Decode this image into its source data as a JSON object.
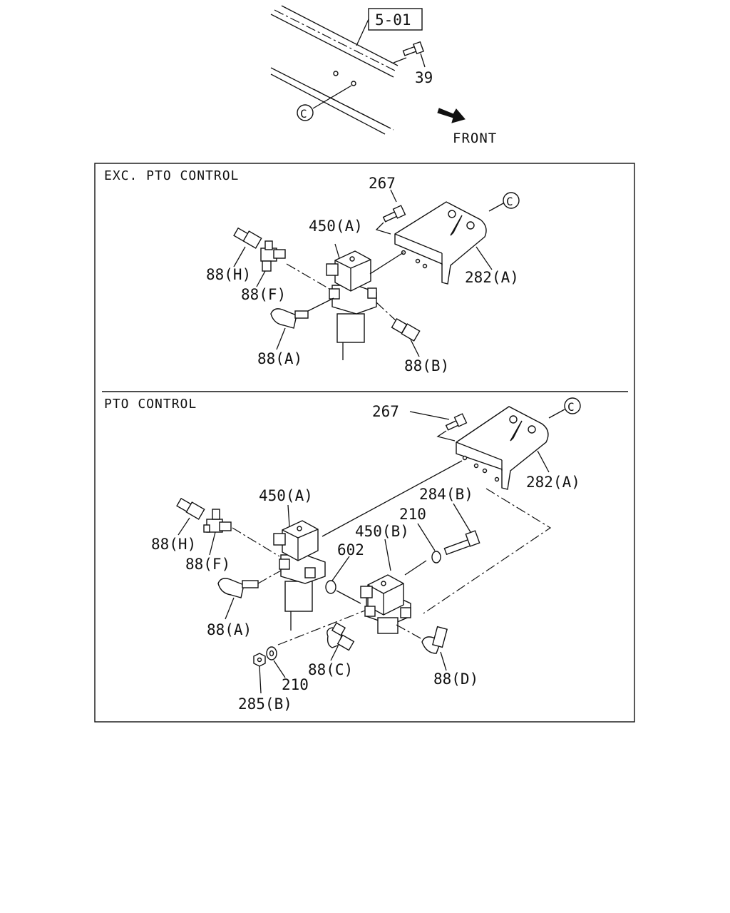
{
  "reference": {
    "box_label": "5-01",
    "bolt_label": "39",
    "circle_ref": "C",
    "direction_label": "FRONT"
  },
  "sections": [
    {
      "title": "EXC. PTO CONTROL",
      "labels": {
        "bolt": "267",
        "circle_ref": "C",
        "valve_a": "450(A)",
        "bracket": "282(A)",
        "fitting_h": "88(H)",
        "fitting_f": "88(F)",
        "fitting_a": "88(A)",
        "fitting_b": "88(B)"
      }
    },
    {
      "title": "PTO CONTROL",
      "labels": {
        "bolt": "267",
        "circle_ref": "C",
        "bracket": "282(A)",
        "valve_a": "450(A)",
        "bolt_b": "284(B)",
        "washer_upper": "210",
        "valve_b": "450(B)",
        "o_ring": "602",
        "fitting_h": "88(H)",
        "fitting_f": "88(F)",
        "fitting_a": "88(A)",
        "fitting_c": "88(C)",
        "fitting_d": "88(D)",
        "washer_lower": "210",
        "nut": "285(B)"
      }
    }
  ]
}
